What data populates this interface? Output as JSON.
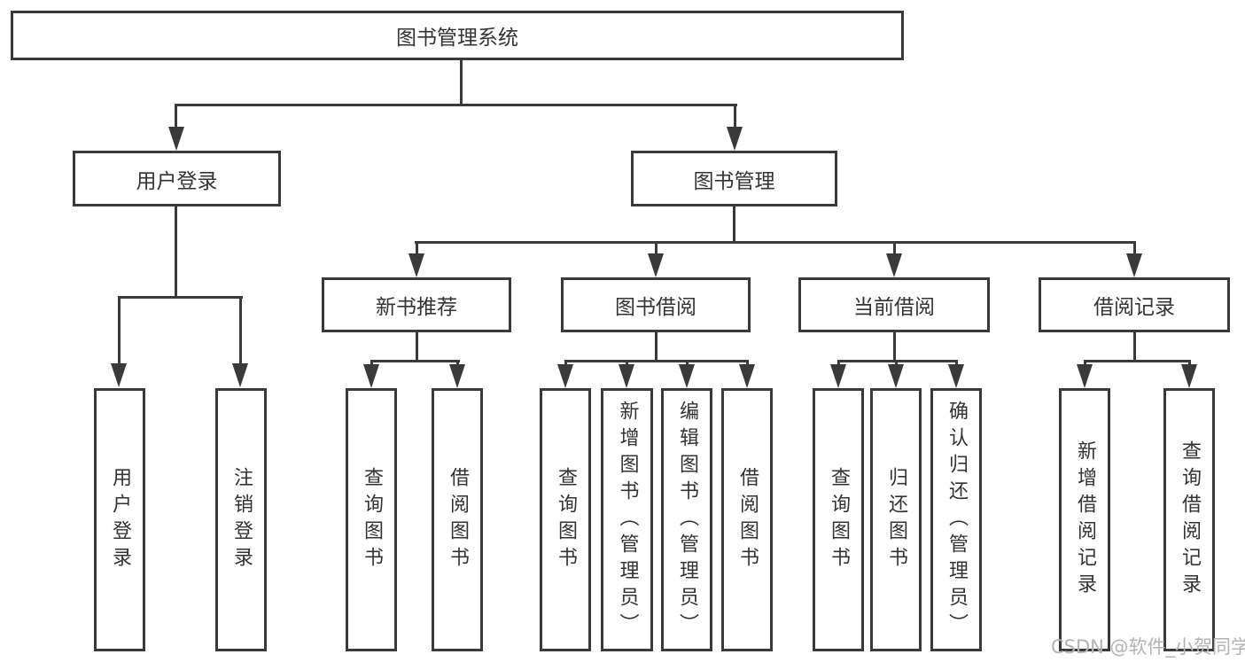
{
  "diagram": {
    "type": "hierarchy-tree",
    "colors": {
      "line": "#3a3a3a",
      "text": "#333333",
      "background": "#ffffff",
      "watermark": "#b3b3b3"
    },
    "tree": {
      "root": {
        "label": "图书管理系统"
      },
      "branches": [
        {
          "label": "用户登录",
          "children": [
            {
              "label": "用户登录"
            },
            {
              "label": "注销登录"
            }
          ]
        },
        {
          "label": "图书管理",
          "children": [
            {
              "label": "新书推荐",
              "children": [
                {
                  "label": "查询图书"
                },
                {
                  "label": "借阅图书"
                }
              ]
            },
            {
              "label": "图书借阅",
              "children": [
                {
                  "label": "查询图书"
                },
                {
                  "label": "新增图书（管理员）"
                },
                {
                  "label": "编辑图书（管理员）"
                },
                {
                  "label": "借阅图书"
                }
              ]
            },
            {
              "label": "当前借阅",
              "children": [
                {
                  "label": "查询图书"
                },
                {
                  "label": "归还图书"
                },
                {
                  "label": "确认归还（管理员）"
                }
              ]
            },
            {
              "label": "借阅记录",
              "children": [
                {
                  "label": "新增借阅记录"
                },
                {
                  "label": "查询借阅记录"
                }
              ]
            }
          ]
        }
      ]
    },
    "watermark": "CSDN @软件_小贺同学"
  }
}
